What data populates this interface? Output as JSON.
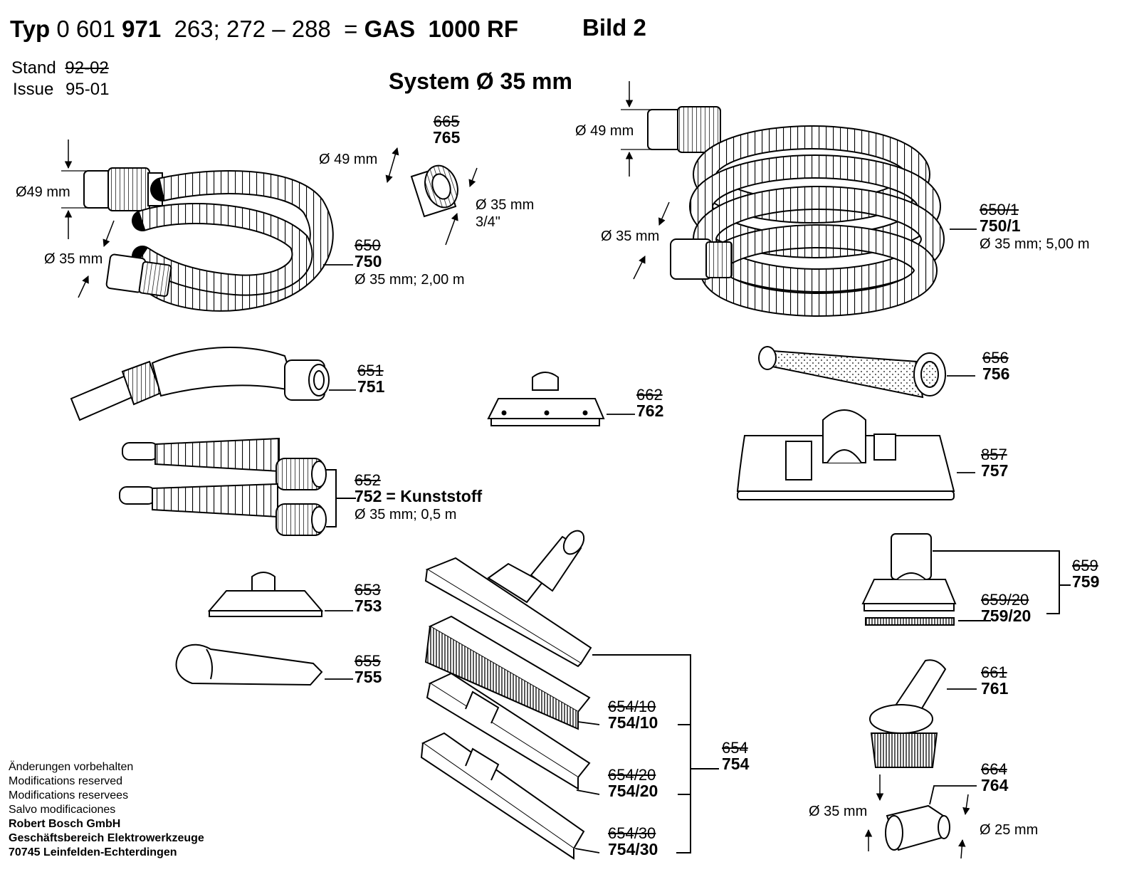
{
  "header": {
    "typ_label": "Typ",
    "typ_number_a": "0 601",
    "typ_number_b": "971",
    "typ_variants": "263; 272 – 288",
    "equals": "=",
    "model": "GAS  1000 RF",
    "bild": "Bild 2"
  },
  "stand": {
    "label": "Stand",
    "value": "92-02"
  },
  "issue": {
    "label": "Issue",
    "value": "95-01"
  },
  "system_title": "System Ø 35 mm",
  "parts": [
    {
      "id": "p750",
      "old": "650",
      "new": "750",
      "spec": "Ø 35 mm; 2,00 m"
    },
    {
      "id": "p765",
      "old": "665",
      "new": "765"
    },
    {
      "id": "p7501",
      "old": "650/1",
      "new": "750/1",
      "spec": "Ø 35 mm; 5,00 m"
    },
    {
      "id": "p751",
      "old": "651",
      "new": "751"
    },
    {
      "id": "p762",
      "old": "662",
      "new": "762"
    },
    {
      "id": "p756",
      "old": "656",
      "new": "756"
    },
    {
      "id": "p757",
      "old": "857",
      "new": "757"
    },
    {
      "id": "p752",
      "old": "652",
      "new": "752",
      "extra": "= Kunststoff",
      "spec": "Ø 35 mm; 0,5 m"
    },
    {
      "id": "p759",
      "old": "659",
      "new": "759"
    },
    {
      "id": "p75920",
      "old": "659/20",
      "new": "759/20"
    },
    {
      "id": "p753",
      "old": "653",
      "new": "753"
    },
    {
      "id": "p755",
      "old": "655",
      "new": "755"
    },
    {
      "id": "p761",
      "old": "661",
      "new": "761"
    },
    {
      "id": "p75410",
      "old": "654/10",
      "new": "754/10"
    },
    {
      "id": "p754",
      "old": "654",
      "new": "754"
    },
    {
      "id": "p764",
      "old": "664",
      "new": "764"
    },
    {
      "id": "p75420",
      "old": "654/20",
      "new": "754/20"
    },
    {
      "id": "p75430",
      "old": "654/30",
      "new": "754/30"
    }
  ],
  "dimensions": {
    "d49_hose_small": "Ø49 mm",
    "d35_hose_small": "Ø 35 mm",
    "d49_adapter": "Ø 49 mm",
    "d35_adapter": "Ø 35 mm",
    "adapter_inch": "3/4\"",
    "d49_hose_large": "Ø 49 mm",
    "d35_hose_large": "Ø 35 mm",
    "d35_reducer": "Ø 35 mm",
    "d25_reducer": "Ø 25 mm"
  },
  "footer": {
    "line1": "Änderungen vorbehalten",
    "line2": "Modifications reserved",
    "line3": "Modifications reservees",
    "line4": "Salvo modificaciones",
    "company1": "Robert Bosch GmbH",
    "company2": "Geschäftsbereich Elektrowerkzeuge",
    "company3": "70745 Leinfelden-Echterdingen"
  }
}
